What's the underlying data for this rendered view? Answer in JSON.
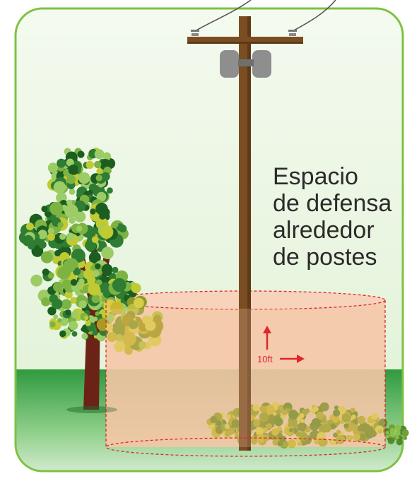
{
  "caption": {
    "lines": [
      "Espacio",
      "de defensa",
      "alrededor",
      "de postes"
    ]
  },
  "clearance": {
    "label": "10ft"
  },
  "colors": {
    "frame_border": "#7dc242",
    "sky": "#e9f6e1",
    "grass_top": "#2f9a3f",
    "grass_bottom": "#d6ecd4",
    "pole": "#7a4e22",
    "insulator": "#8e8e8e",
    "zone_fill": "#f6c6a7",
    "zone_outline": "#e0252b",
    "tree_trunk": "#6b2318",
    "leaf_dark": "#2e7d32",
    "leaf_mid": "#7cb342",
    "leaf_light": "#c0ca33",
    "shrub": "#c8b62e"
  },
  "icons": [
    "utility-pole",
    "tree",
    "shrub",
    "power-line",
    "insulator"
  ]
}
